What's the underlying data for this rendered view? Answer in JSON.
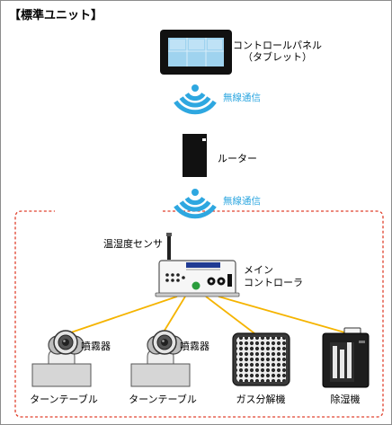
{
  "title": "【標準ユニット】",
  "panel_label": [
    "コントロールパネル",
    "（タブレット）"
  ],
  "wireless_label": "無線通信",
  "router_label": "ルーター",
  "sensor_label": "温湿度センサ",
  "controller_label": [
    "メイン",
    "コントローラ"
  ],
  "sprayer_label": "噴霧器",
  "turntable_label": "ターンテーブル",
  "gas_analyzer_label": "ガス分解機",
  "dehumidifier_label": "除湿機",
  "colors": {
    "wireless": "#2ea7e0",
    "wire": "#f5b400",
    "boundary": "#e0402c",
    "device": "#1a1a1a",
    "screen": "#9fd3ef"
  }
}
